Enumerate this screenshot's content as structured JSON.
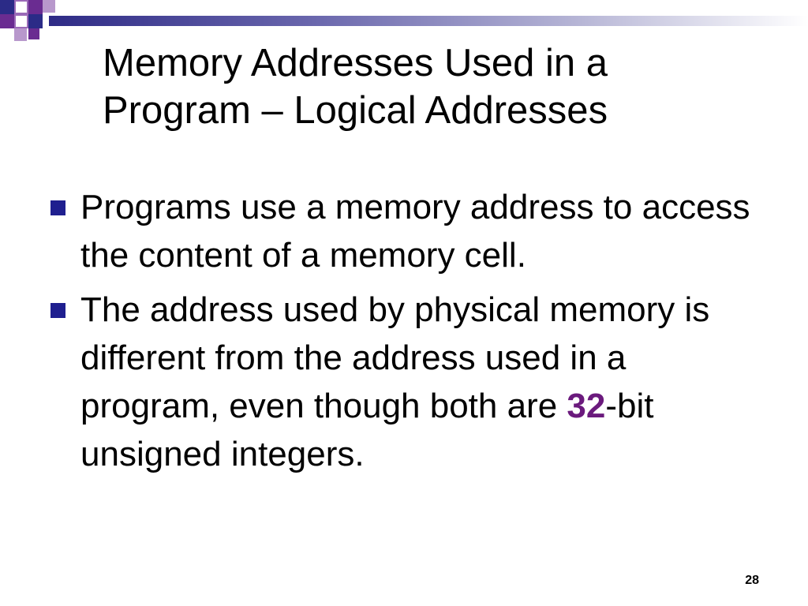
{
  "slide": {
    "title_line1": "Memory Addresses Used in a",
    "title_line2": "Program – Logical Addresses",
    "bullets": [
      {
        "text": "Programs use a memory address to access the content of a memory cell."
      },
      {
        "text_before": "The address used by physical memory is different from the address used in a program, even though both are ",
        "emphasis": "32",
        "text_after": "-bit unsigned integers."
      }
    ],
    "page_number": "28"
  },
  "colors": {
    "bullet_marker": "#1f1f8f",
    "emphasis": "#6b1a7d",
    "header_bar_start": "#2e2b86"
  }
}
